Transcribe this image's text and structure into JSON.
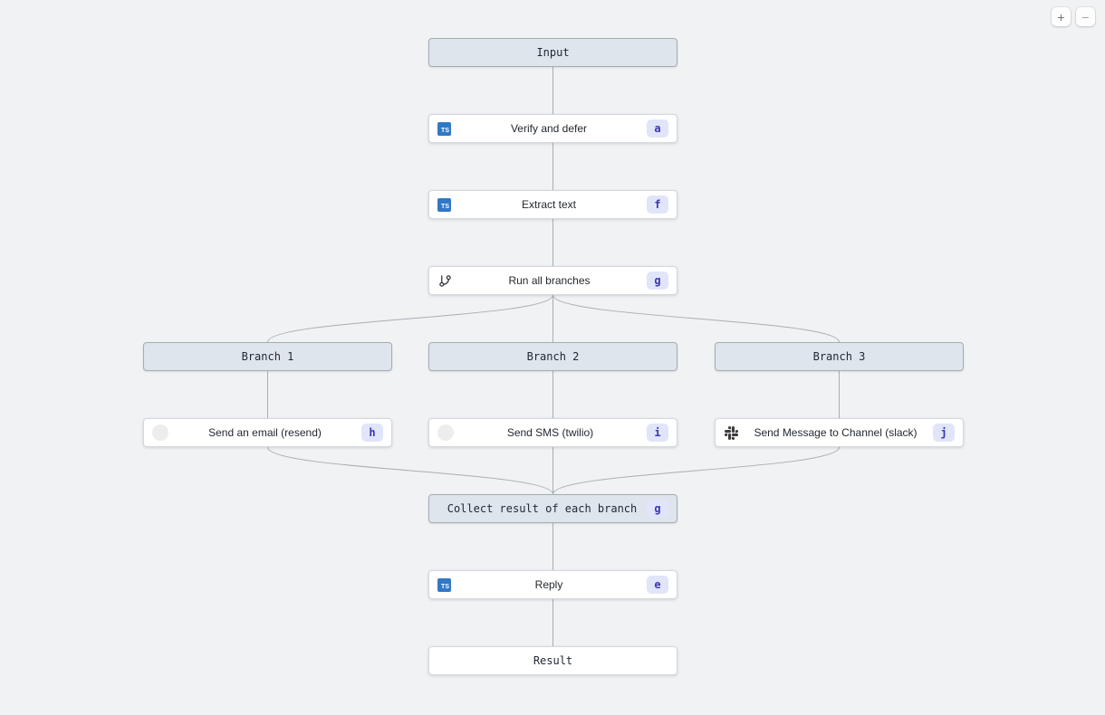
{
  "controls": {
    "zoom_in": "+",
    "zoom_out": "−"
  },
  "icons": {
    "ts_label": "TS"
  },
  "nodes": {
    "input": {
      "label": "Input"
    },
    "verify_and_defer": {
      "label": "Verify and defer",
      "badge": "a"
    },
    "extract_text": {
      "label": "Extract text",
      "badge": "f"
    },
    "run_all_branches": {
      "label": "Run all branches",
      "badge": "g"
    },
    "branch_1": {
      "label": "Branch 1"
    },
    "branch_2": {
      "label": "Branch 2"
    },
    "branch_3": {
      "label": "Branch 3"
    },
    "send_email": {
      "label": "Send an email (resend)",
      "badge": "h"
    },
    "send_sms": {
      "label": "Send SMS (twilio)",
      "badge": "i"
    },
    "send_slack": {
      "label": "Send Message to Channel (slack)",
      "badge": "j"
    },
    "collect_result": {
      "label": "Collect result of each branch",
      "badge": "g"
    },
    "reply": {
      "label": "Reply",
      "badge": "e"
    },
    "result": {
      "label": "Result"
    }
  },
  "colors": {
    "canvas_background": "#f0f2f4",
    "header_node_fill": "#dfe5ec",
    "header_node_border": "#a6acb4",
    "task_node_fill": "#ffffff",
    "edge_stroke": "#a9aeb4",
    "badge_background": "#e1e5fa",
    "badge_text": "#3a35b1",
    "typescript_blue": "#3178c6"
  }
}
